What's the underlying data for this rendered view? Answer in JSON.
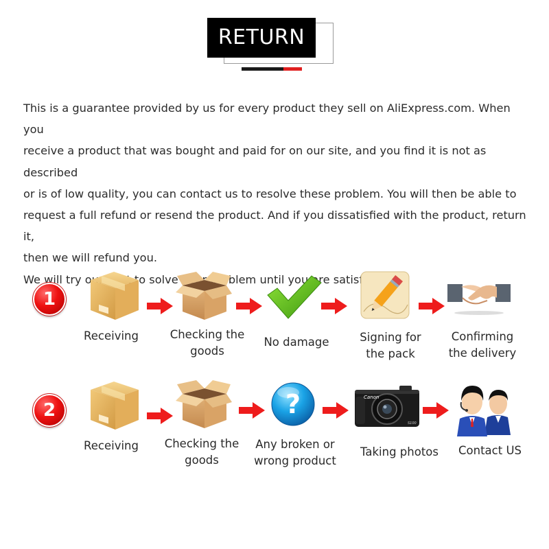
{
  "header": {
    "title": "RETURN"
  },
  "intro": {
    "lines": [
      "This is a guarantee provided by us for every product they sell on AliExpress.com. When you",
      "receive a product that was bought and paid for on our site, and you find it is not as described",
      "or is of low quality, you can contact us to resolve these problem. You will then be able to",
      "request a full refund or resend the product. And if you dissatisfied with the product, return it,",
      "then we will refund you.",
      "We will try our best to solve your problem until you are satisfied."
    ]
  },
  "process1": {
    "number": "1",
    "steps": {
      "s1": {
        "line1": "Receiving",
        "line2": ""
      },
      "s2": {
        "line1": "Checking the",
        "line2": "goods"
      },
      "s3": {
        "line1": "No damage",
        "line2": ""
      },
      "s4": {
        "line1": "Signing for",
        "line2": "the pack"
      },
      "s5": {
        "line1": "Confirming",
        "line2": "the delivery"
      }
    }
  },
  "process2": {
    "number": "2",
    "steps": {
      "s1": {
        "line1": "Receiving",
        "line2": ""
      },
      "s2": {
        "line1": "Checking the",
        "line2": "goods"
      },
      "s3": {
        "line1": "Any broken or",
        "line2": "wrong product"
      },
      "s4": {
        "line1": "Taking photos",
        "line2": ""
      },
      "s5": {
        "line1": "Contact US",
        "line2": ""
      }
    }
  },
  "camera": {
    "brand": "Canon",
    "model": "S100"
  },
  "colors": {
    "accent_red": "#e02020",
    "badge_black": "#000000",
    "box_brown": "#d6a35a",
    "check_green": "#5cc21b"
  }
}
